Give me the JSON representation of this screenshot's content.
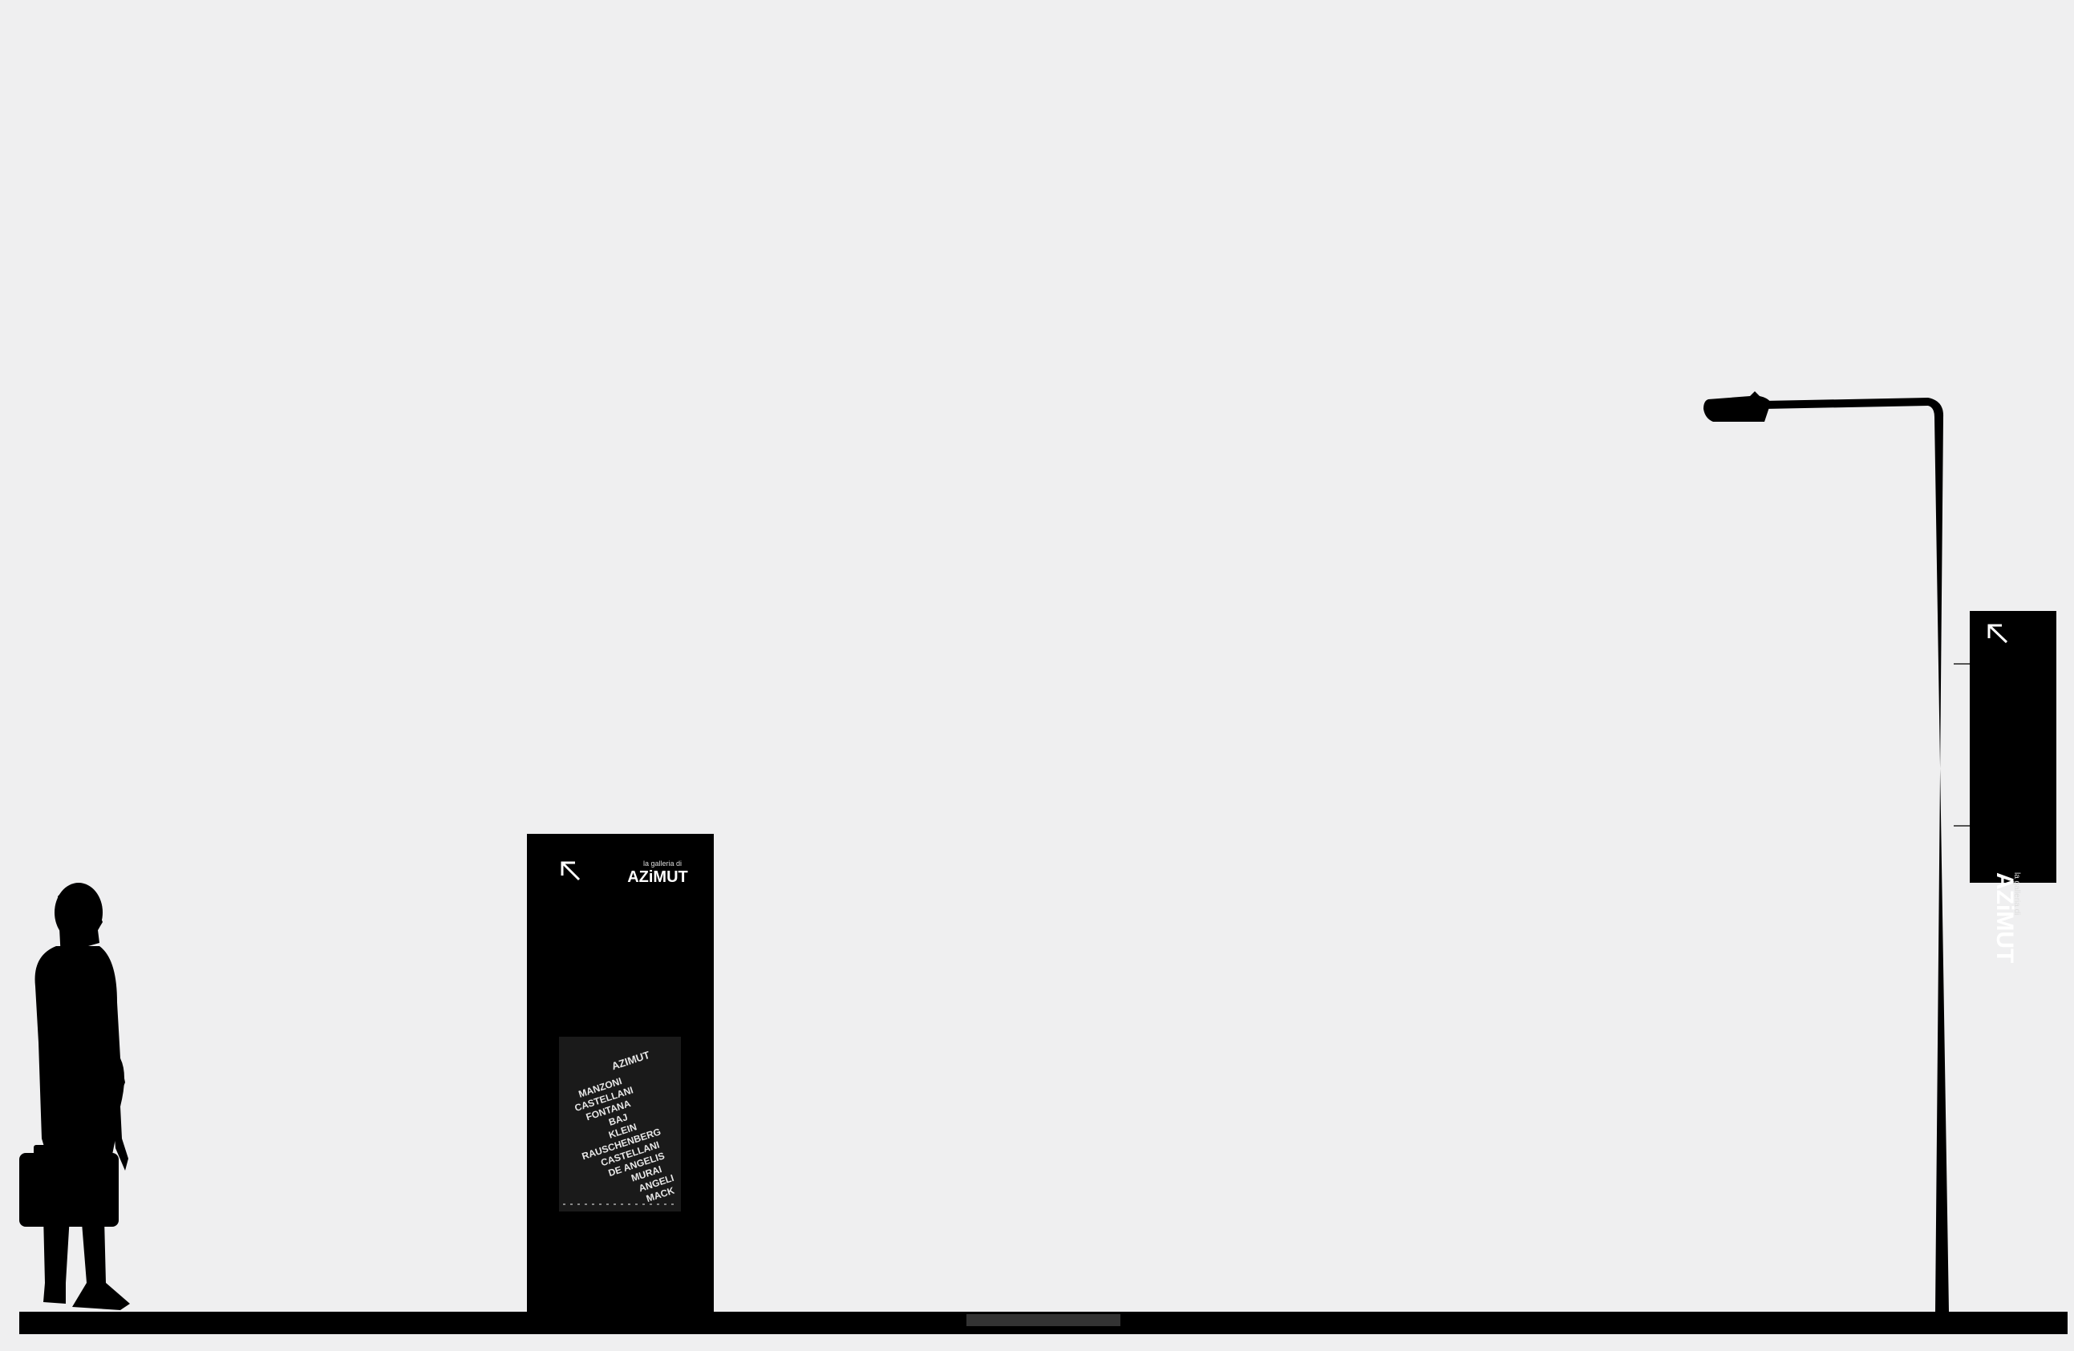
{
  "colors": {
    "background": "#efeff0",
    "silhouette": "#000000",
    "sign_text": "#ffffff"
  },
  "totem_sign": {
    "arrow_icon": "arrow-up-left-icon",
    "small_text": "la galleria di",
    "brand": "AZiMUT",
    "poster": {
      "brand": "AZIMUT",
      "artists": [
        "MANZONI",
        "CASTELLANI",
        "FONTANA",
        "BAJ",
        "KLEIN",
        "RAUSCHENBERG",
        "CASTELLANI",
        "DE ANGELIS",
        "MURAI",
        "ANGELI",
        "MACK"
      ]
    }
  },
  "pole_sign": {
    "arrow_icon": "arrow-up-left-icon",
    "small_text": "la galleria di",
    "brand": "AZiMUT"
  }
}
